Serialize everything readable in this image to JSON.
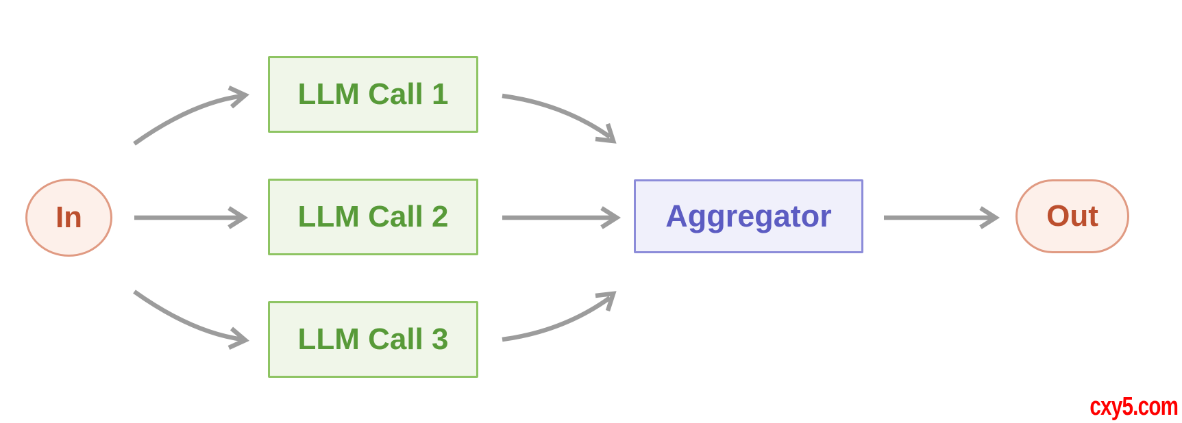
{
  "nodes": {
    "in": {
      "label": "In"
    },
    "llm1": {
      "label": "LLM Call 1"
    },
    "llm2": {
      "label": "LLM Call 2"
    },
    "llm3": {
      "label": "LLM Call 3"
    },
    "aggregator": {
      "label": "Aggregator"
    },
    "out": {
      "label": "Out"
    }
  },
  "edges": [
    {
      "from": "In",
      "to": "LLM Call 1",
      "shape": "curve-up"
    },
    {
      "from": "In",
      "to": "LLM Call 2",
      "shape": "straight"
    },
    {
      "from": "In",
      "to": "LLM Call 3",
      "shape": "curve-down"
    },
    {
      "from": "LLM Call 1",
      "to": "Aggregator",
      "shape": "curve-down"
    },
    {
      "from": "LLM Call 2",
      "to": "Aggregator",
      "shape": "straight"
    },
    {
      "from": "LLM Call 3",
      "to": "Aggregator",
      "shape": "curve-up"
    },
    {
      "from": "Aggregator",
      "to": "Out",
      "shape": "straight"
    }
  ],
  "watermark": {
    "text": "cxy5.com"
  },
  "colors": {
    "background": "#ffffff",
    "node_in_out_fill": "#fdf0ea",
    "node_in_out_border": "#e09a82",
    "node_in_out_text": "#bc4f2e",
    "llm_fill": "#f0f6e9",
    "llm_border": "#8ec463",
    "llm_text": "#579a38",
    "aggregator_fill": "#f0f0fb",
    "aggregator_border": "#8c8cd9",
    "aggregator_text": "#5c5cc2",
    "arrow": "#9c9c9c",
    "watermark": "#fe0000"
  }
}
